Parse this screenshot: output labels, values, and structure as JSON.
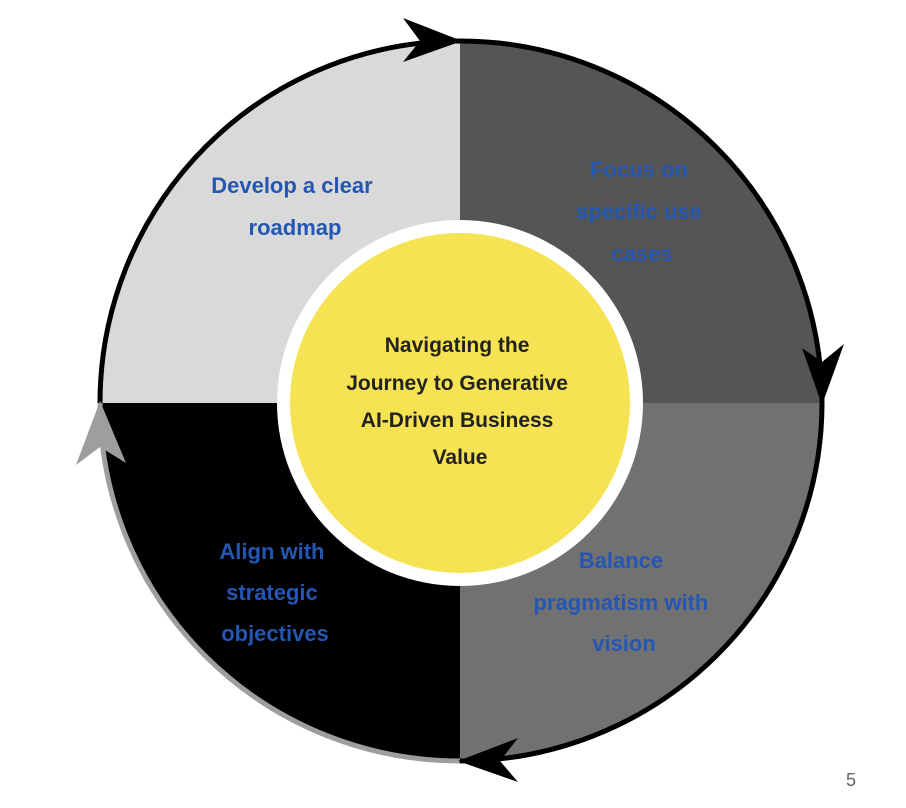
{
  "center": {
    "lines": [
      "Navigating the",
      "Journey to Generative",
      "AI-Driven Business",
      "Value"
    ]
  },
  "quadrants": [
    {
      "id": "top-left",
      "lines": [
        "Develop a clear",
        "roadmap"
      ]
    },
    {
      "id": "top-right",
      "lines": [
        "Focus on",
        "specific use",
        "cases"
      ]
    },
    {
      "id": "bottom-right",
      "lines": [
        "Balance",
        "pragmatism with",
        "vision"
      ]
    },
    {
      "id": "bottom-left",
      "lines": [
        "Align with",
        "strategic",
        "objectives"
      ]
    }
  ],
  "colors": {
    "top_left_fill": "#d9d9d9",
    "top_right_fill": "#555555",
    "bottom_right_fill": "#717171",
    "bottom_left_fill": "#000000",
    "quadrant_text": "#2457b3",
    "center_fill": "#f5e353",
    "center_text": "#222222",
    "ring_arrow": "#000000",
    "ring_arrow_last": "#9e9e9e"
  },
  "page_number": "5"
}
